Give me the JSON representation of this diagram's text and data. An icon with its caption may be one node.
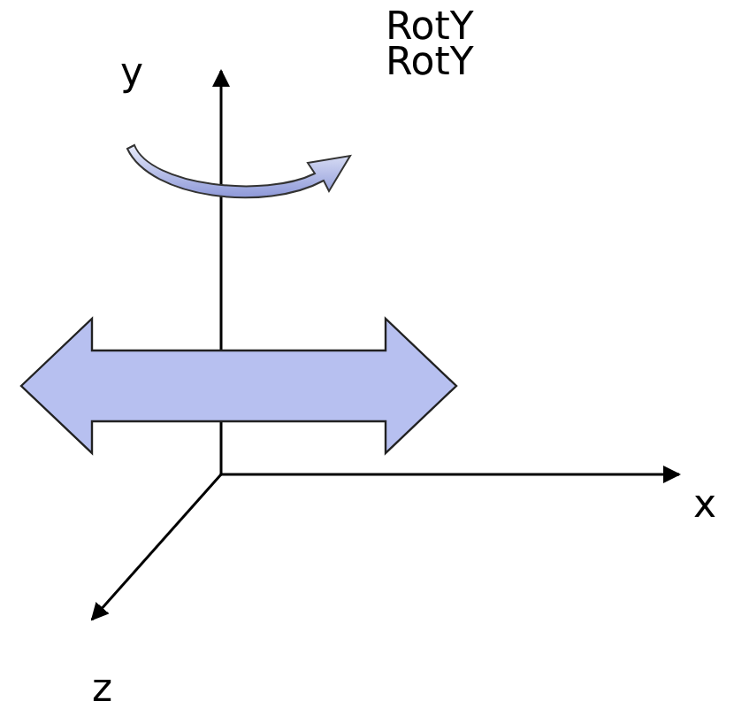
{
  "diagram": {
    "labels": [
      "y",
      "RotY",
      "RotY",
      "x",
      "z"
    ]
  }
}
